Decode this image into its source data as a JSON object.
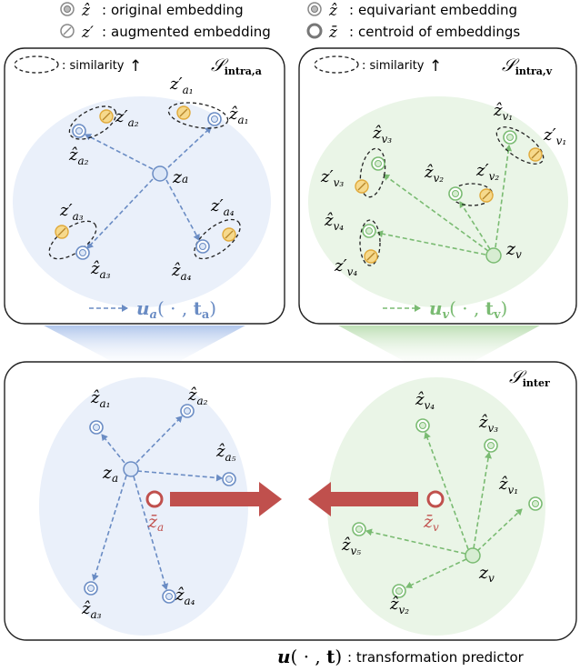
{
  "legend": {
    "original": "original embedding",
    "augmented": "augmented embedding",
    "equivariant": "equivariant embedding",
    "centroid": "centroid of embeddings",
    "zhat": "ẑ",
    "zprime": "z′",
    "zbar": "z̄",
    "sep": ":"
  },
  "panels": {
    "intra_a": {
      "sym_s": "𝒮",
      "sym_sub": "intra,a",
      "similarity": ": similarity",
      "arrow_up": "↑",
      "center_main": "z",
      "center_sub": "a",
      "formula_main": "u",
      "formula_sub": "a",
      "formula_args": "( · , ",
      "formula_t": "t",
      "formula_tsub": "a",
      "formula_close": ")"
    },
    "intra_v": {
      "sym_s": "𝒮",
      "sym_sub": "intra,v",
      "similarity": ": similarity",
      "arrow_up": "↑",
      "center_main": "z",
      "center_sub": "v",
      "formula_main": "u",
      "formula_sub": "v",
      "formula_args": "( · , ",
      "formula_t": "t",
      "formula_tsub": "v",
      "formula_close": ")"
    },
    "inter": {
      "sym_s": "𝒮",
      "sym_sub": "inter",
      "za_main": "z",
      "za_sub": "a",
      "zv_main": "z",
      "zv_sub": "v",
      "bar_a_main": "z̄",
      "bar_a_sub": "a",
      "bar_v_main": "z̄",
      "bar_v_sub": "v"
    }
  },
  "labels": {
    "zhat": "ẑ",
    "zprime": "z′",
    "a1": "a₁",
    "a2": "a₂",
    "a3": "a₃",
    "a4": "a₄",
    "a5": "a₅",
    "v1": "v₁",
    "v2": "v₂",
    "v3": "v₃",
    "v4": "v₄",
    "v5": "v₅"
  },
  "footer": {
    "main": "u",
    "args": "( · , ",
    "t": "t",
    "close": ")",
    "text": ": transformation predictor"
  },
  "colors": {
    "blue": "#6a8cc4",
    "blue_fill": "#dce7f7",
    "green": "#7abb72",
    "green_fill": "#d7edd2",
    "orange": "#e9b94a",
    "orange_fill": "#f6d98c",
    "red": "#c0504d",
    "blob_blue": "#eaf0fa",
    "blob_green": "#eaf5e7"
  }
}
